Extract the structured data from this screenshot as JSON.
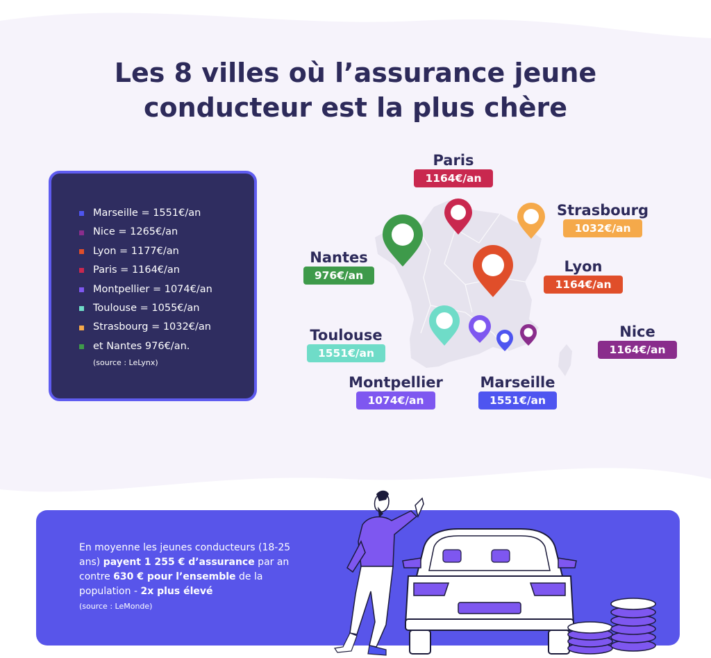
{
  "title": {
    "line1": "Les 8 villes où l’assurance jeune",
    "line2": "conducteur est la plus chère"
  },
  "legend": {
    "items": [
      {
        "label": "Marseille = 1551€/an",
        "color": "#4e55f0"
      },
      {
        "label": "Nice = 1265€/an",
        "color": "#8a2d8c"
      },
      {
        "label": "Lyon = 1177€/an",
        "color": "#e04e2a"
      },
      {
        "label": "Paris = 1164€/an",
        "color": "#c9284f"
      },
      {
        "label": "Montpellier = 1074€/an",
        "color": "#7e57f0"
      },
      {
        "label": "Toulouse = 1055€/an",
        "color": "#6fdcc8"
      },
      {
        "label": "Strasbourg = 1032€/an",
        "color": "#f5a94a"
      },
      {
        "label": "et Nantes 976€/an.",
        "color": "#3e9a4a"
      }
    ],
    "source": "(source : LeLynx)"
  },
  "map": {
    "cities": [
      {
        "name": "Paris",
        "price": "1164€/an",
        "color": "#c9284f"
      },
      {
        "name": "Strasbourg",
        "price": "1032€/an",
        "color": "#f5a94a"
      },
      {
        "name": "Nantes",
        "price": "976€/an",
        "color": "#3e9a4a"
      },
      {
        "name": "Lyon",
        "price": "1164€/an",
        "color": "#e04e2a"
      },
      {
        "name": "Toulouse",
        "price": "1551€/an",
        "color": "#6fdcc8"
      },
      {
        "name": "Nice",
        "price": "1164€/an",
        "color": "#8a2d8c"
      },
      {
        "name": "Montpellier",
        "price": "1074€/an",
        "color": "#7e57f0"
      },
      {
        "name": "Marseille",
        "price": "1551€/an",
        "color": "#4e55f0"
      }
    ]
  },
  "bottom": {
    "text1": "En moyenne les jeunes conducteurs (18-25 ans) ",
    "bold1": "payent 1 255 € d’assurance",
    "text2": " par an contre ",
    "bold2": "630 € pour l’ensemble",
    "text3": " de la population - ",
    "bold3": "2x plus élevé",
    "source": "(source : LeMonde)"
  },
  "colors": {
    "background_tint": "#f6f3fb",
    "navy": "#2d2a5a",
    "legend_bg": "#2f2d60",
    "legend_border": "#5f5cf0",
    "banner": "#5855ea",
    "map_fill": "#e6e3ee"
  }
}
